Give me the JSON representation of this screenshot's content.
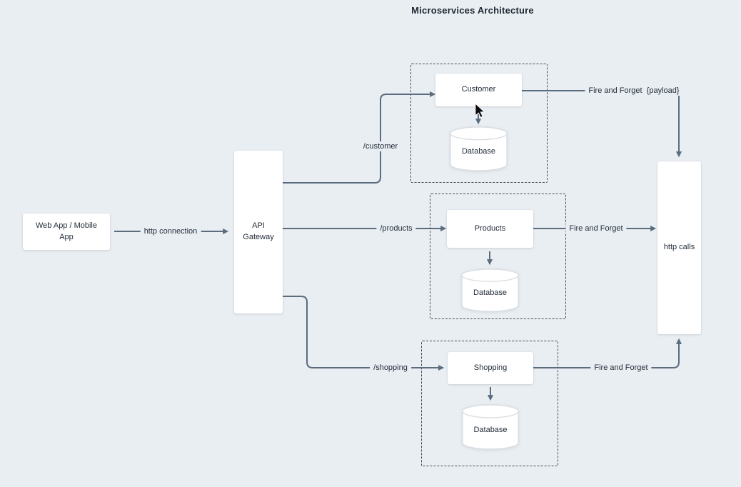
{
  "title": "Microservices Architecture",
  "colors": {
    "background": "#e9eef2",
    "line": "#5a6c7e",
    "dashed_border": "#454d58",
    "text": "#242e3a",
    "node_fill": "#ffffff",
    "cylinder_stroke": "#d9dee3"
  },
  "nodes": {
    "web_app": {
      "label": "Web App / Mobile App"
    },
    "api_gateway": {
      "label": "API Gateway"
    },
    "customer": {
      "label": "Customer"
    },
    "customer_db": {
      "label": "Database"
    },
    "products": {
      "label": "Products"
    },
    "products_db": {
      "label": "Database"
    },
    "shopping": {
      "label": "Shopping"
    },
    "shopping_db": {
      "label": "Database"
    },
    "http_calls": {
      "label": "http calls"
    }
  },
  "edges": {
    "http_connection": {
      "label": "http connection"
    },
    "customer_route": {
      "label": "/customer"
    },
    "products_route": {
      "label": "/products"
    },
    "shopping_route": {
      "label": "/shopping"
    },
    "customer_fire_forget": {
      "label": "Fire and Forget  {payload}"
    },
    "products_fire_forget": {
      "label": "Fire and Forget"
    },
    "shopping_fire_forget": {
      "label": "Fire and Forget"
    }
  }
}
